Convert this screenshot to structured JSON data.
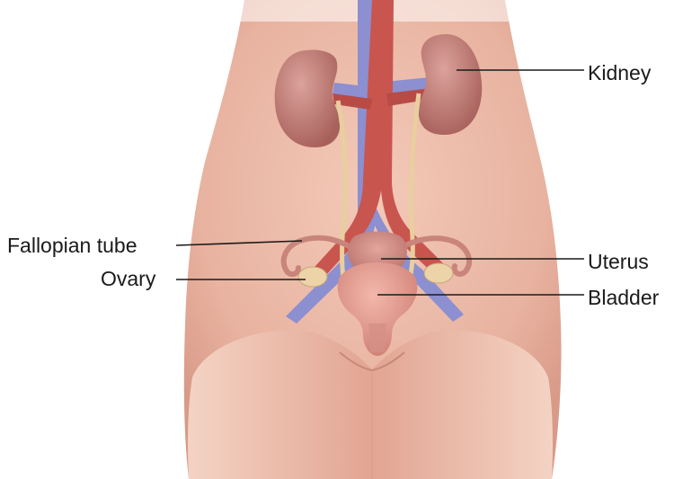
{
  "labels": {
    "kidney": "Kidney",
    "fallopian_tube": "Fallopian tube",
    "ovary": "Ovary",
    "uterus": "Uterus",
    "bladder": "Bladder"
  },
  "colors": {
    "skin": "#e8b7a3",
    "skin_shadow": "#cf8f7d",
    "kidney": "#bf7a74",
    "aorta": "#c9554f",
    "vena_cava": "#8d8fd0",
    "ureter": "#e8cf9e",
    "uterus": "#cf8b82",
    "bladder": "#e69a8e",
    "ovary": "#ecd3a8",
    "leader_line": "#1a1a1a"
  }
}
